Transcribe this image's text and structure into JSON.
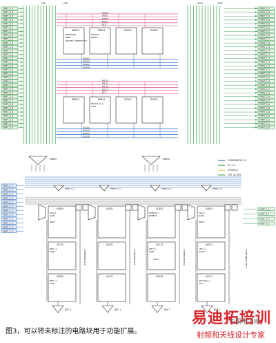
{
  "page": {
    "background": "#ffffff"
  },
  "colors": {
    "green": "#3aa14a",
    "pink": "#e0508a",
    "blue": "#2c6cc4",
    "block": "#222222",
    "box_fill": "#eef6ee",
    "red": "#d8232a"
  },
  "left_ports": [
    "PORT_0_7",
    "PORT_0_6",
    "PORT_0_5",
    "PORT_0_4",
    "PORT_0_3",
    "PORT_0_2",
    "PORT_0_1",
    "PORT_0_0",
    "PORT_1_7",
    "PORT_1_6",
    "PORT_1_5",
    "PORT_1_4",
    "PORT_1_3",
    "PORT_1_2",
    "PORT_1_1",
    "PORT_1_0",
    "PORT_2_7",
    "PORT_2_6",
    "PORT_2_5",
    "PORT_2_4",
    "PORT_2_3",
    "PORT_2_2",
    "PORT_2_1",
    "PORT_2_0",
    "PORT_3_7",
    "PORT_3_6",
    "PORT_3_5",
    "PORT_3_4",
    "PORT_3_3",
    "PORT_3_2",
    "PORT_3_1",
    "PORT_3_0"
  ],
  "right_ports": [
    "PORT_0_7",
    "PORT_0_6",
    "PORT_0_5",
    "PORT_0_4",
    "PORT_0_3",
    "PORT_0_2",
    "PORT_0_1",
    "PORT_0_0",
    "PORT_1_7",
    "PORT_1_6",
    "PORT_1_5",
    "PORT_1_4",
    "PORT_1_3",
    "PORT_1_2",
    "PORT_1_1",
    "PORT_1_0",
    "PORT_2_7",
    "PORT_2_6",
    "PORT_2_5",
    "PORT_2_4",
    "PORT_2_3",
    "PORT_2_2",
    "PORT_2_1",
    "PORT_2_0",
    "PORT_3_7",
    "PORT_3_6",
    "PORT_3_5",
    "PORT_3_4",
    "PORT_3_3",
    "PORT_3_2",
    "PORT_3_1",
    "PORT_3_0"
  ],
  "bus_top_left": [
    "GIO",
    "GIE"
  ],
  "bus_top_right": [
    "GOO",
    "GOE"
  ],
  "row0": {
    "signals": [
      "RI0[0]",
      "RI0[1]",
      "RI0[2]",
      "RI0[3]",
      "BC0"
    ],
    "out_signals": [
      "RO0[0]",
      "RO0[1]",
      "RO0[2]",
      "RO0[3]"
    ],
    "blocks": [
      {
        "name": "DBB00",
        "l1": "PWM16/Dtr",
        "l2": "TIMER",
        "l3": "CAPTURE COMPARE OUT"
      },
      {
        "name": "DBB01",
        "l1": "PHASE3",
        "l2": "PWM8",
        "l3": ""
      },
      {
        "name": "DCB02",
        "l1": "",
        "l2": "",
        "l3": ""
      },
      {
        "name": "DCB03",
        "l1": "",
        "l2": "",
        "l3": ""
      }
    ]
  },
  "row1": {
    "signals": [
      "RI1[0]",
      "RI1[1]",
      "RI1[2]",
      "RI1[3]",
      "BC1"
    ],
    "out_signals": [
      "RO1[0]",
      "RO1[1]",
      "RO1[2]",
      "RO1[3]"
    ],
    "blocks": [
      {
        "name": "DBB10",
        "l1": "",
        "l2": "",
        "l3": ""
      },
      {
        "name": "DBB11",
        "l1": "DELSIG11_1",
        "l2": "TIMR",
        "l3": ""
      },
      {
        "name": "DCB12",
        "l1": "",
        "l2": "",
        "l3": ""
      },
      {
        "name": "DCB13",
        "l1": "",
        "l2": "",
        "l3": ""
      }
    ]
  },
  "clocks": [
    "DBB00",
    "DBB10"
  ],
  "legend": [
    "COMPARATOR 0-3",
    "VC 1-3",
    "SYSCLK_2",
    "CPU_32_kHz"
  ],
  "port_labels": [
    "PORT_0_1",
    "PORT_0_4",
    "PORT_0_3",
    "PORT_0_5"
  ],
  "analog": {
    "cols": [
      {
        "top": "ACB00",
        "top_l1": "PGA_0",
        "top_l2": "GAIN",
        "top_l3": "INPUT",
        "mid": "ASC10",
        "mid_l1": "BPF2_1",
        "mid_l2": "FLPB",
        "bot": "ASD20",
        "bot_l1": "BPF2_1",
        "bot_l2": "FLPB"
      },
      {
        "top": "ACB01",
        "top_l1": "",
        "top_l2": "",
        "top_l3": "",
        "mid": "ASD11",
        "mid_l1": "",
        "mid_l2": "",
        "bot": "ASC21",
        "bot_l1": "",
        "bot_l2": ""
      },
      {
        "top": "ACB02",
        "top_l1": "SENSUE_1",
        "top_l2": "REFBUS",
        "top_l3": "",
        "mid": "ASC12",
        "mid_l1": "LPF2_1",
        "mid_l2": "FLPB",
        "bot": "ASD22",
        "bot_l1": "",
        "bot_l2": ""
      },
      {
        "top": "ACB03",
        "top_l1": "PGA_1",
        "top_l2": "GAIN",
        "top_l3": "INPUT",
        "mid": "ASD13",
        "mid_l1": "LPF2_1",
        "mid_l2": "FLOUT",
        "bot": "ASC23",
        "bot_l1": "DELSIG11_1",
        "bot_l2": "ADC"
      }
    ],
    "comparators": [
      "COMPARATOR 0",
      "COMPARATOR 1",
      "COMPARATOR 2"
    ],
    "right_labels": [
      "PORT_0_4",
      "PORT_0_1",
      "PORT_0_3",
      "PORT_0_2"
    ],
    "side_label": "COMB-INE8s ISM 3",
    "input_label": "INPUT",
    "buffers": [
      "BUF 0",
      "BUF 1",
      "BUF 2",
      "BUF 3"
    ]
  },
  "caption": "图3，可以将未标注的电路块用于功能扩展。",
  "watermark_main": "易迪拓培训",
  "watermark_sub": "射频和天线设计专家",
  "watermark_logo": "中国电子网"
}
